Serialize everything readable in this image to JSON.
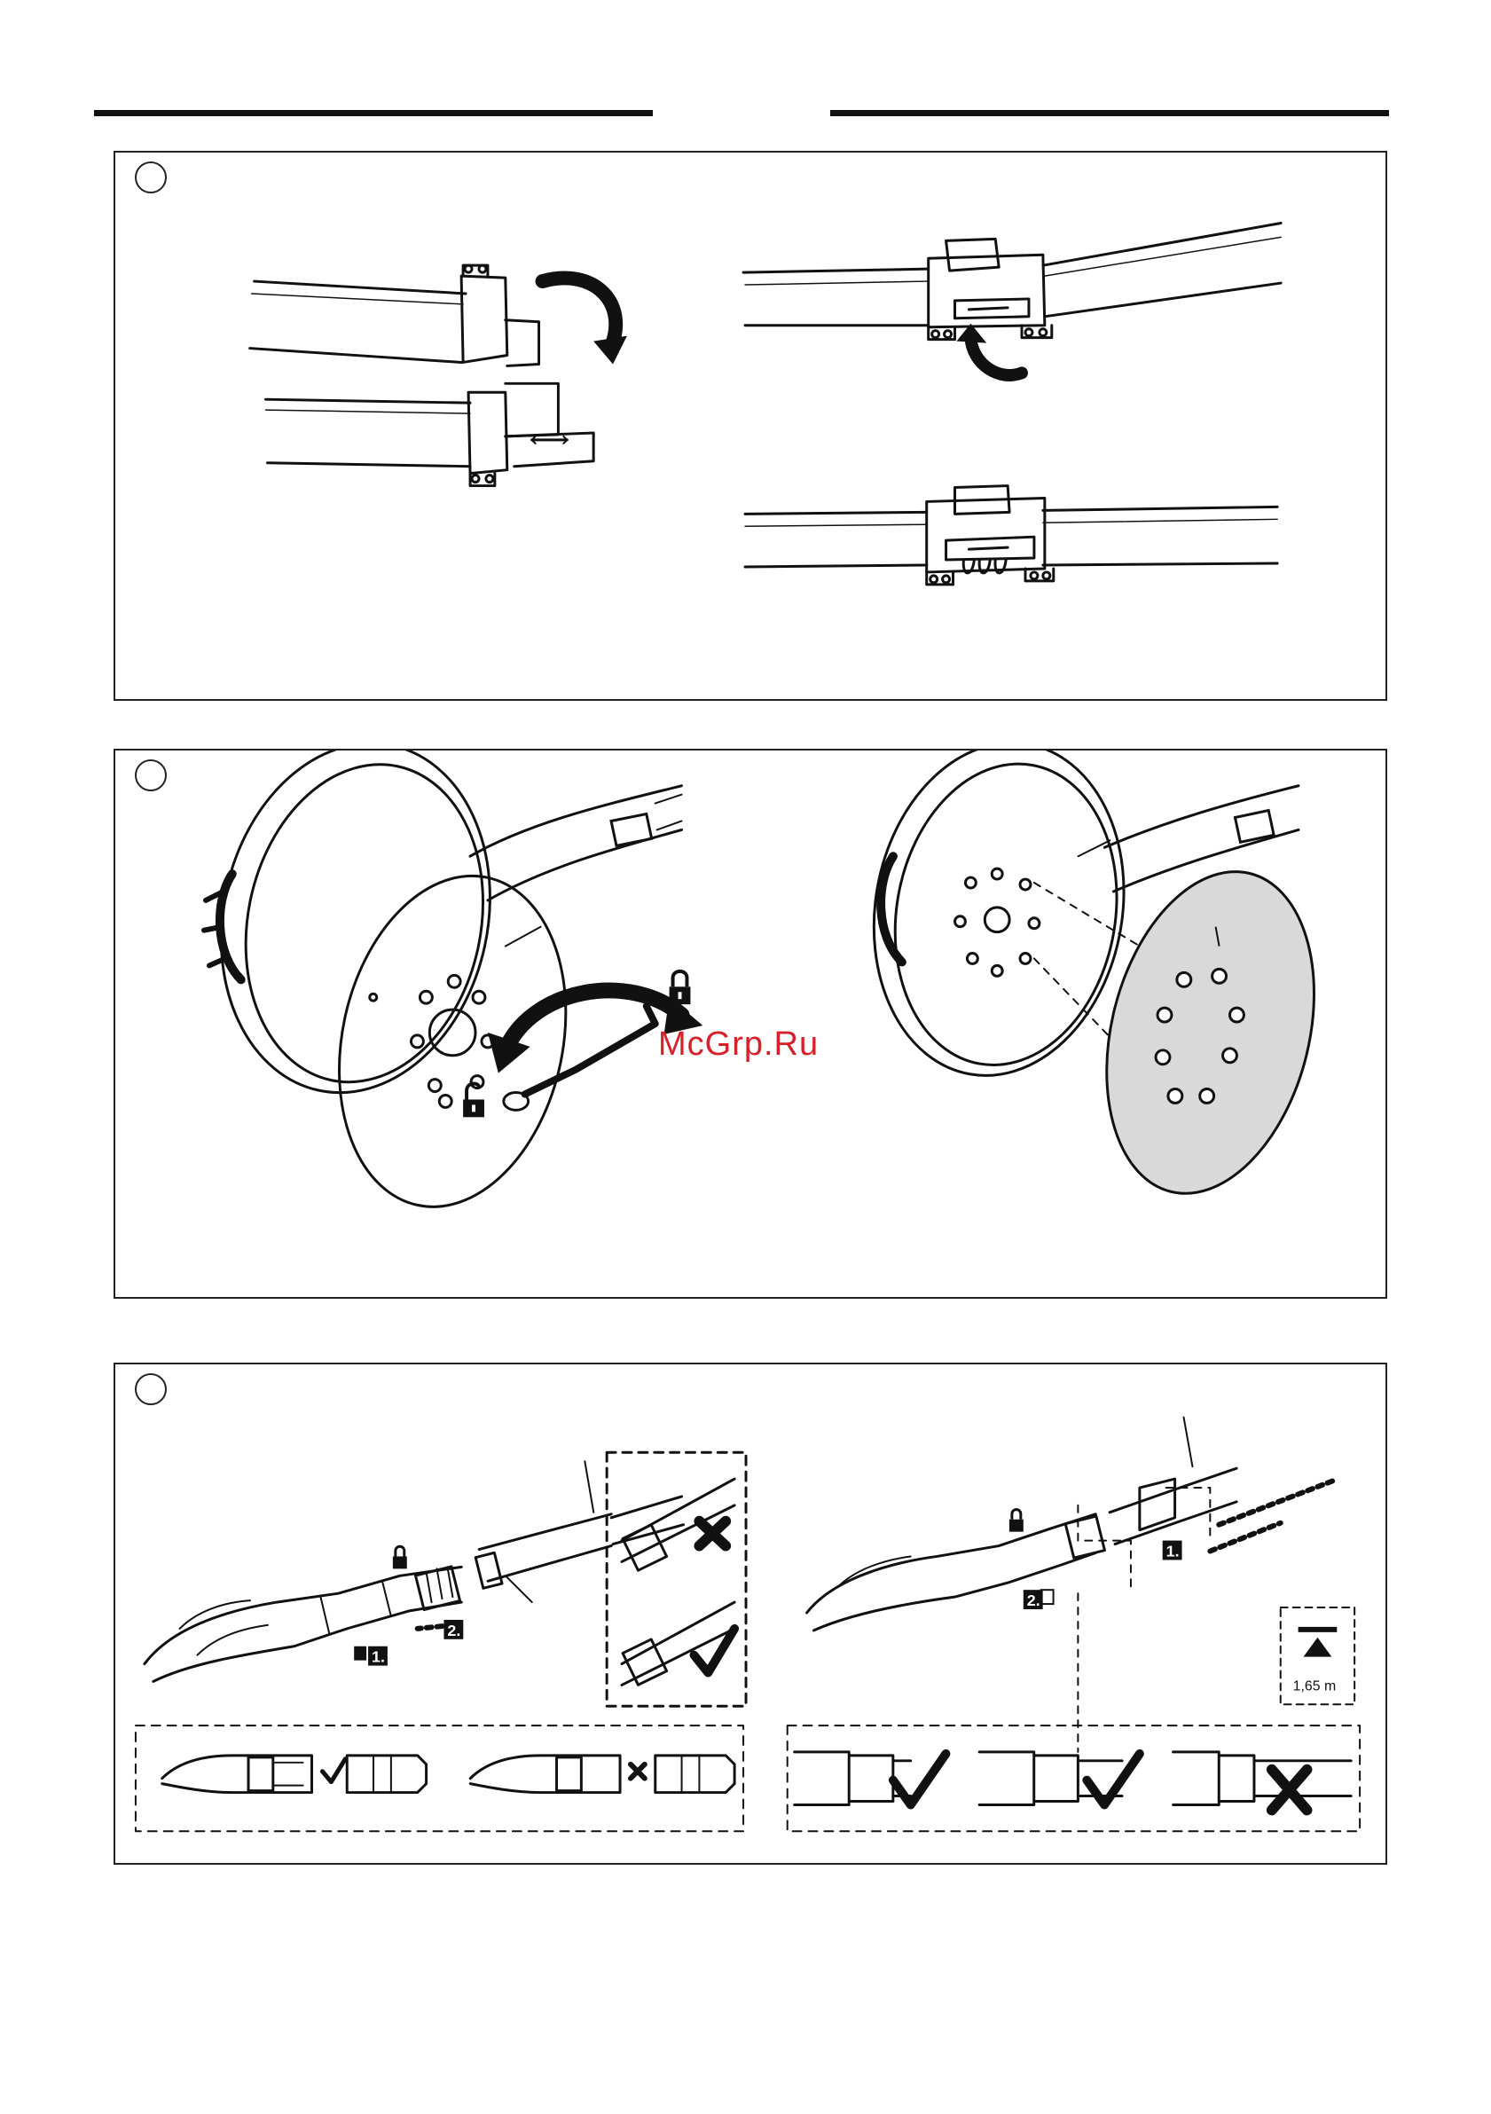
{
  "header": {
    "rules": 2
  },
  "panels": [
    {
      "id": "A",
      "step_label": ""
    },
    {
      "id": "B",
      "step_label": ""
    },
    {
      "id": "C",
      "step_label": ""
    }
  ],
  "watermark": {
    "text": "McGrp.Ru"
  },
  "assembly": {
    "step1_label": "1.",
    "step2_label": "2.",
    "height_label": "1,65 m"
  },
  "icons": {
    "lock": "lock-icon",
    "unlock": "unlock-icon",
    "check": "check-icon",
    "cross": "cross-icon",
    "height_limit": "height-limit-icon"
  },
  "colors": {
    "ink": "#111111",
    "pad_fill": "#d9d9d9",
    "watermark": "#d6202a"
  }
}
